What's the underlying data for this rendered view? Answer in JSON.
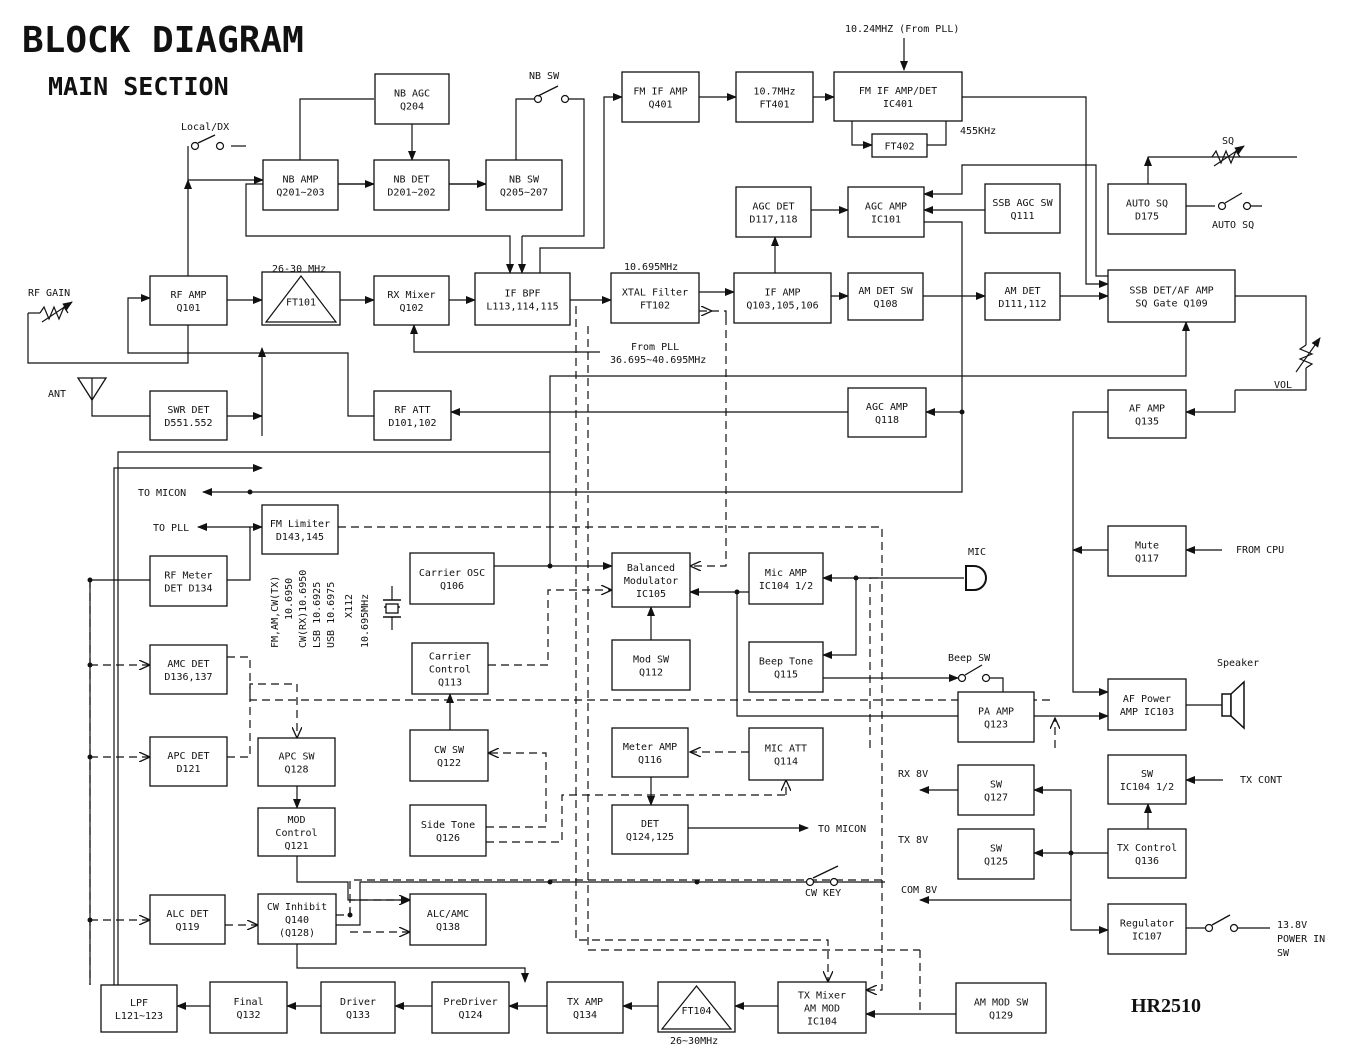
{
  "title": "BLOCK DIAGRAM",
  "subtitle": "MAIN SECTION",
  "model": "HR2510",
  "blocks": {
    "nb_agc": [
      "NB AGC",
      "Q204"
    ],
    "nb_amp": [
      "NB AMP",
      "Q201~203"
    ],
    "nb_det": [
      "NB DET",
      "D201~202"
    ],
    "nb_sw_blk": [
      "NB SW",
      "Q205~207"
    ],
    "fm_if_amp": [
      "FM IF AMP",
      "Q401"
    ],
    "ft401": [
      "10.7MHz",
      "FT401"
    ],
    "fm_if_det": [
      "FM IF AMP/DET",
      "IC401"
    ],
    "ft402": [
      "FT402"
    ],
    "agc_det": [
      "AGC DET",
      "D117,118"
    ],
    "agc_amp1": [
      "AGC AMP",
      "IC101"
    ],
    "ssb_agc_sw": [
      "SSB AGC SW",
      "Q111"
    ],
    "auto_sq": [
      "AUTO SQ",
      "D175"
    ],
    "rf_amp": [
      "RF AMP",
      "Q101"
    ],
    "ft101": [
      "FT101"
    ],
    "rx_mixer": [
      "RX Mixer",
      "Q102"
    ],
    "if_bpf": [
      "IF BPF",
      "L113,114,115"
    ],
    "xtal_filter": [
      "XTAL Filter",
      "FT102"
    ],
    "if_amp": [
      "IF AMP",
      "Q103,105,106"
    ],
    "am_det_sw": [
      "AM DET SW",
      "Q108"
    ],
    "am_det": [
      "AM DET",
      "D111,112"
    ],
    "ssb_det": [
      "SSB DET/AF AMP",
      "SQ Gate Q109"
    ],
    "swr_det": [
      "SWR DET",
      "D551.552"
    ],
    "rf_att": [
      "RF ATT",
      "D101,102"
    ],
    "agc_amp2": [
      "AGC AMP",
      "Q118"
    ],
    "af_amp": [
      "AF AMP",
      "Q135"
    ],
    "fm_limiter": [
      "FM Limiter",
      "D143,145"
    ],
    "rf_meter": [
      "RF Meter",
      "DET D134"
    ],
    "carrier_osc": [
      "Carrier OSC",
      "Q106"
    ],
    "bal_mod": [
      "Balanced",
      "Modulator",
      "IC105"
    ],
    "mic_amp": [
      "Mic AMP",
      "IC104 1/2"
    ],
    "mute": [
      "Mute",
      "Q117"
    ],
    "amc_det": [
      "AMC DET",
      "D136,137"
    ],
    "carrier_ctrl": [
      "Carrier",
      "Control",
      "Q113"
    ],
    "mod_sw": [
      "Mod SW",
      "Q112"
    ],
    "beep_tone": [
      "Beep Tone",
      "Q115"
    ],
    "af_power": [
      "AF Power",
      "AMP IC103"
    ],
    "pa_amp": [
      "PA AMP",
      "Q123"
    ],
    "apc_det": [
      "APC DET",
      "D121"
    ],
    "apc_sw": [
      "APC SW",
      "Q128"
    ],
    "cw_sw": [
      "CW SW",
      "Q122"
    ],
    "meter_amp": [
      "Meter AMP",
      "Q116"
    ],
    "mic_att": [
      "MIC ATT",
      "Q114"
    ],
    "sw_ic104": [
      "SW",
      "IC104 1/2"
    ],
    "sw_q127": [
      "SW",
      "Q127"
    ],
    "mod_ctrl": [
      "MOD",
      "Control",
      "Q121"
    ],
    "side_tone": [
      "Side Tone",
      "Q126"
    ],
    "det_q124": [
      "DET",
      "Q124,125"
    ],
    "sw_q125": [
      "SW",
      "Q125"
    ],
    "tx_ctrl": [
      "TX Control",
      "Q136"
    ],
    "alc_det": [
      "ALC DET",
      "Q119"
    ],
    "cw_inhibit": [
      "CW Inhibit",
      "Q140",
      "(Q128)"
    ],
    "alc_amc": [
      "ALC/AMC",
      "Q138"
    ],
    "regulator": [
      "Regulator",
      "IC107"
    ],
    "lpf": [
      "LPF",
      "L121~123"
    ],
    "final": [
      "Final",
      "Q132"
    ],
    "driver": [
      "Driver",
      "Q133"
    ],
    "predriver": [
      "PreDriver",
      "Q124"
    ],
    "tx_amp": [
      "TX AMP",
      "Q134"
    ],
    "ft104": [
      "FT104"
    ],
    "tx_mixer": [
      "TX Mixer",
      "AM MOD",
      "IC104"
    ],
    "am_mod_sw": [
      "AM MOD SW",
      "Q129"
    ]
  },
  "labels": {
    "pll_ref": "10.24MHZ (From PLL)",
    "nb_sw": "NB SW",
    "local_dx": "Local/DX",
    "khz455": "455KHz",
    "sq": "SQ",
    "auto_sq": "AUTO SQ",
    "mhz26_30": "26-30 MHz",
    "mhz10695": "10.695MHz",
    "rf_gain": "RF GAIN",
    "from_pll": "From PLL",
    "pll_range": "36.695~40.695MHz",
    "ant": "ANT",
    "vol": "VOL",
    "to_micon1": "TO MICON",
    "to_pll": "TO PLL",
    "mic": "MIC",
    "from_cpu": "FROM CPU",
    "beep_sw": "Beep SW",
    "speaker": "Speaker",
    "freq1": "FM,AM,CW(TX)",
    "freq2": "10.6950",
    "freq3": "CW(RX)10.6950",
    "freq4": "LSB 10.6925",
    "freq5": "USB 10.6975",
    "freq6": "X112",
    "freq7": "10.695MHz",
    "rx8v": "RX 8V",
    "tx_cont": "TX CONT",
    "to_micon2": "TO MICON",
    "tx8v": "TX 8V",
    "cw_key": "CW KEY",
    "com8v": "COM 8V",
    "v138": "13.8V",
    "power_in": "POWER IN",
    "sw": "SW",
    "mhz26_30b": "26~30MHz"
  }
}
